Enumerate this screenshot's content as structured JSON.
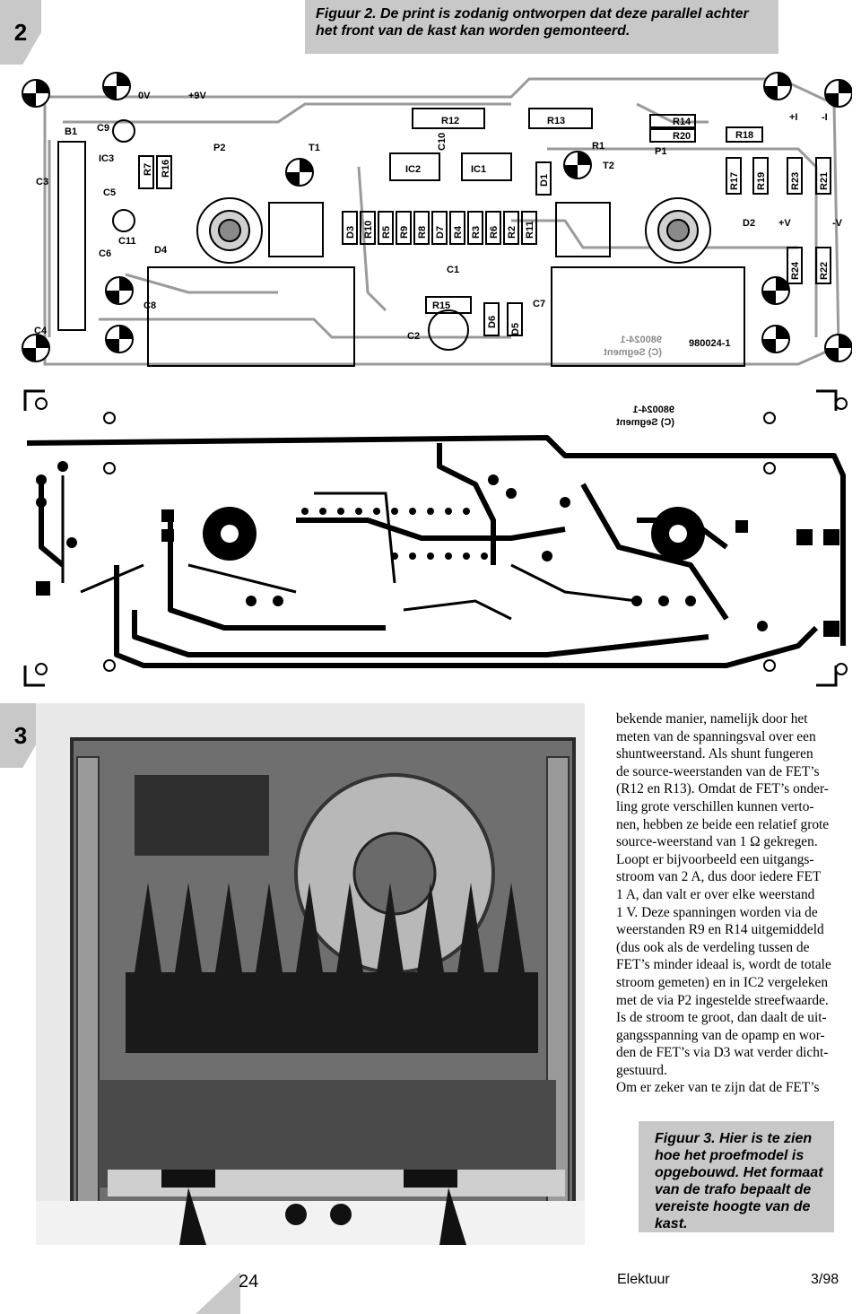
{
  "figure2": {
    "number": "2",
    "caption": "Figuur 2. De print is zodanig ontworpen dat deze parallel achter het front van de kast kan worden gemonteerd.",
    "silkscreen": {
      "supply_labels": [
        "0V",
        "+9V"
      ],
      "components": [
        "B1",
        "C9",
        "IC3",
        "C3",
        "C5",
        "C6",
        "C11",
        "R7",
        "R16",
        "D4",
        "P2",
        "T1",
        "IC2",
        "IC1",
        "C10",
        "R12",
        "R13",
        "R1",
        "T2",
        "D1",
        "P1",
        "R14",
        "R20",
        "R18",
        "R17",
        "R19",
        "R23",
        "R21",
        "D2",
        "R24",
        "R22",
        "D3",
        "R10",
        "R5",
        "R9",
        "R8",
        "D7",
        "R4",
        "R3",
        "R6",
        "R2",
        "R11",
        "C1",
        "R15",
        "C8",
        "C4",
        "C2",
        "D6",
        "D5",
        "C7"
      ],
      "rail_labels": [
        "+I",
        "-I",
        "+V",
        "-V"
      ],
      "board_code": "980024-1",
      "mirrored_code": "980024-1",
      "mirrored_copyright": "(C) Segment"
    }
  },
  "figure3": {
    "number": "3",
    "caption": "Figuur 3. Hier is te zien hoe het proefmodel is opgebouwd. Het formaat van de trafo bepaalt de vereiste hoogte van de kast."
  },
  "article": {
    "lines": [
      "bekende manier, namelijk door het",
      "meten van de spanningsval over een",
      "shuntweerstand. Als shunt fungeren",
      "de source-weerstanden van de FET’s",
      "(R12 en R13). Omdat de FET’s onder-",
      "ling grote verschillen kunnen verto-",
      "nen, hebben ze beide een relatief grote",
      "source-weerstand van 1 Ω gekregen.",
      "Loopt er bijvoorbeeld een uitgangs-",
      "stroom van 2 A, dus door iedere FET",
      "1 A, dan valt er over elke weerstand",
      "1 V. Deze spanningen worden via de",
      "weerstanden R9 en R14 uitgemiddeld",
      "(dus ook als de verdeling tussen de",
      "FET’s minder ideaal is, wordt de totale",
      "stroom gemeten) en in IC2 vergeleken",
      "met de via P2 ingestelde streefwaarde.",
      "Is de stroom te groot, dan daalt de uit-",
      "gangsspanning van de opamp en wor-",
      "den de FET’s via D3 wat verder dicht-",
      "gestuurd.",
      "Om er zeker van te zijn dat de FET’s"
    ]
  },
  "footer": {
    "page_number": "24",
    "magazine": "Elektuur",
    "issue": "3/98"
  }
}
